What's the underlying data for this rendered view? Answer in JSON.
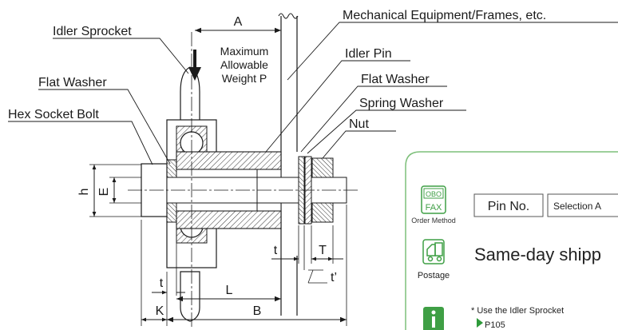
{
  "labels": {
    "idler_sprocket": "Idler Sprocket",
    "flat_washer_left": "Flat Washer",
    "hex_socket_bolt": "Hex Socket Bolt",
    "mechanical_equipment": "Mechanical Equipment/Frames, etc.",
    "idler_pin": "Idler Pin",
    "flat_washer_right": "Flat Washer",
    "spring_washer": "Spring Washer",
    "nut": "Nut",
    "max_weight_line1": "Maximum",
    "max_weight_line2": "Allowable",
    "max_weight_line3": "Weight P"
  },
  "dimensions": {
    "A": "A",
    "h": "h",
    "E": "E",
    "t_left": "t",
    "K": "K",
    "L": "L",
    "B": "B",
    "t_right": "t",
    "T": "T",
    "t_prime": "t’"
  },
  "panel": {
    "fax_icon_top": "OBO",
    "fax_icon_bottom": "FAX",
    "order_method": "Order Method",
    "pin_no": "Pin No.",
    "selection": "Selection A",
    "postage": "Postage",
    "same_day": "Same-day shipp",
    "note": "* Use the Idler Sprocket",
    "page_ref": "P105"
  },
  "colors": {
    "panel_border": "#7dbf7a",
    "icon_green": "#3f9f45",
    "ref_arrow": "#2e9a3a"
  }
}
